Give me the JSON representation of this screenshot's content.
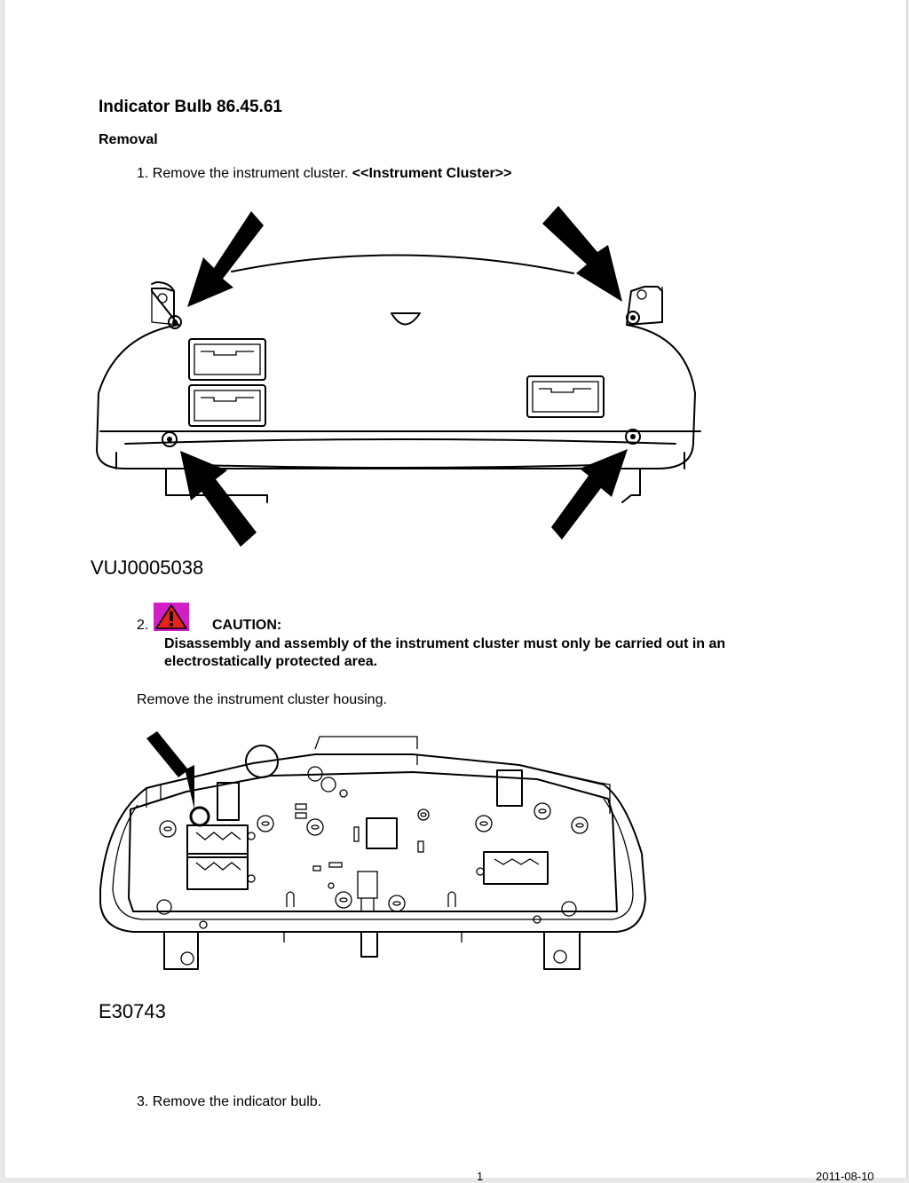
{
  "doc": {
    "title": "Indicator Bulb 86.45.61",
    "section": "Removal",
    "step1": {
      "number": "1.",
      "text": "Remove the instrument cluster.",
      "link": "<<Instrument Cluster>>"
    },
    "figure1": {
      "code": "VUJ0005038"
    },
    "step2": {
      "number": "2.",
      "caution_label": "CAUTION:",
      "caution_text": "Disassembly and assembly of the instrument cluster must only be carried out in an electrostatically protected area.",
      "instruction": "Remove the instrument cluster housing."
    },
    "figure2": {
      "code": "E30743"
    },
    "step3": {
      "number": "3.",
      "text": "Remove the indicator bulb."
    },
    "footer": {
      "page_number": "1",
      "date": "2011-08-10"
    }
  },
  "icons": {
    "caution": "warning-triangle-icon"
  },
  "colors": {
    "caution_background": "#d21fc5",
    "caution_triangle": "#e8231c"
  }
}
